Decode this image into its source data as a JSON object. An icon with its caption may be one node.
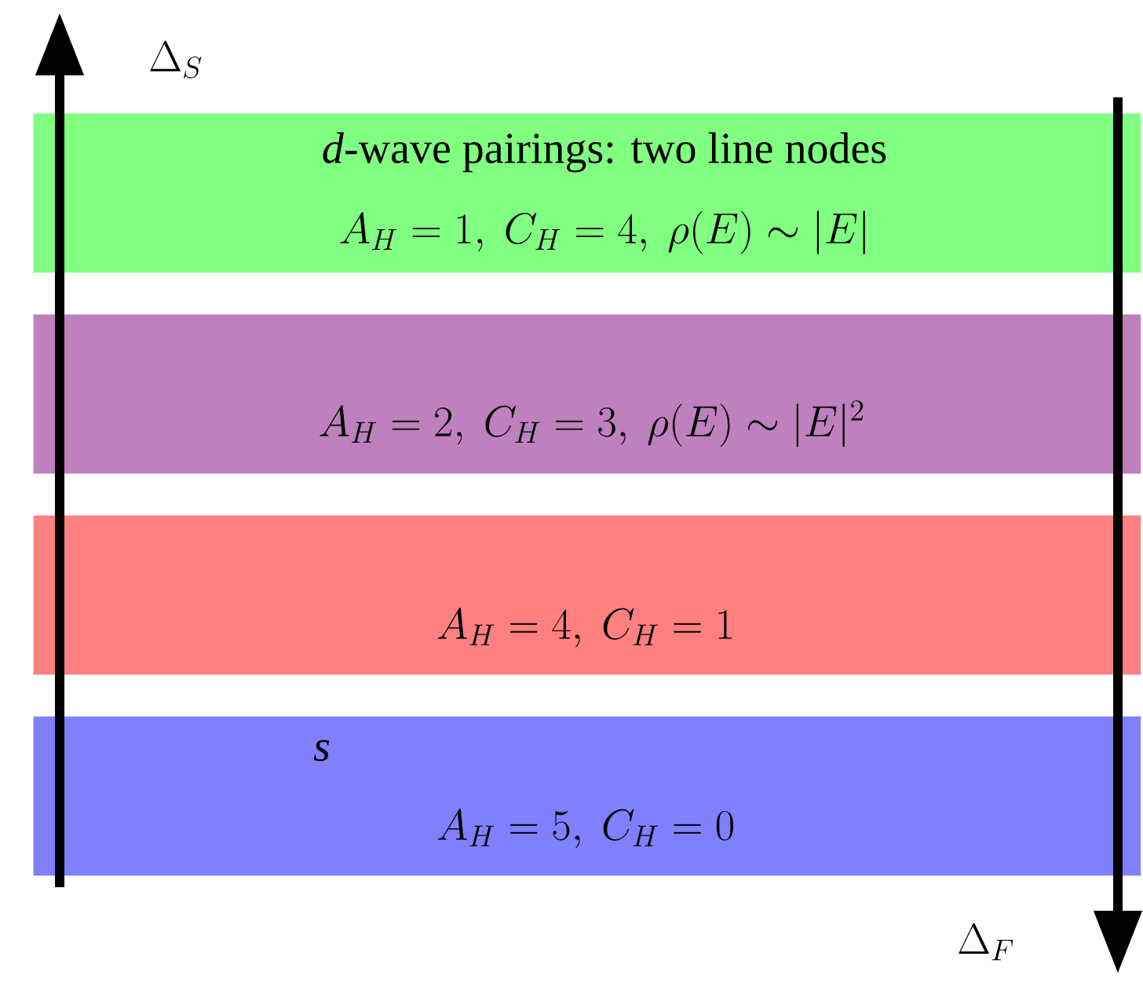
{
  "diagram": {
    "nodes": [
      {
        "text": [
          "*d*-wave pairings: two line nodes",
          "A_H = 1,\\ C_H = 4,\\ \\rho(E) \\sim |E|"
        ]
      },
      {
        "text": [
          "A_H = 2,\\ C_H = 3,\\ \\rho(E) \\sim |E|^2"
        ]
      },
      {
        "text": [
          "A_H = 4,\\ C_H = 1"
        ]
      },
      {
        "text": [
          "s",
          "A_H = 5,\\ C_H = 0"
        ]
      }
    ],
    "labels": [
      "\\Delta_S",
      "\\Delta_F"
    ]
  }
}
